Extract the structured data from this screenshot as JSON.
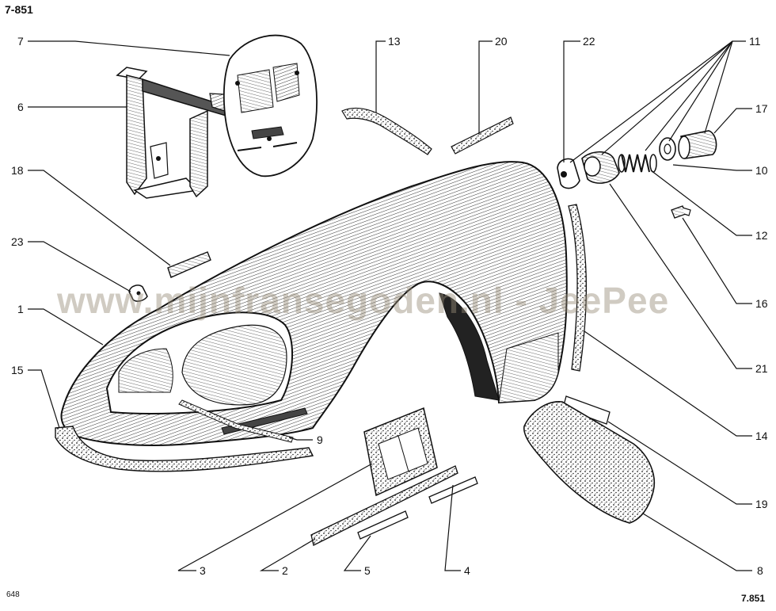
{
  "header": {
    "title": "7-851"
  },
  "footer": {
    "plate_number": "7.851",
    "code": "648"
  },
  "watermark": {
    "text": "www.mijnfransegoden.nl - JeePee"
  },
  "callouts": [
    "1",
    "2",
    "3",
    "4",
    "5",
    "6",
    "7",
    "8",
    "9",
    "10",
    "11",
    "12",
    "13",
    "14",
    "15",
    "16",
    "17",
    "18",
    "19",
    "20",
    "21",
    "22",
    "23"
  ]
}
